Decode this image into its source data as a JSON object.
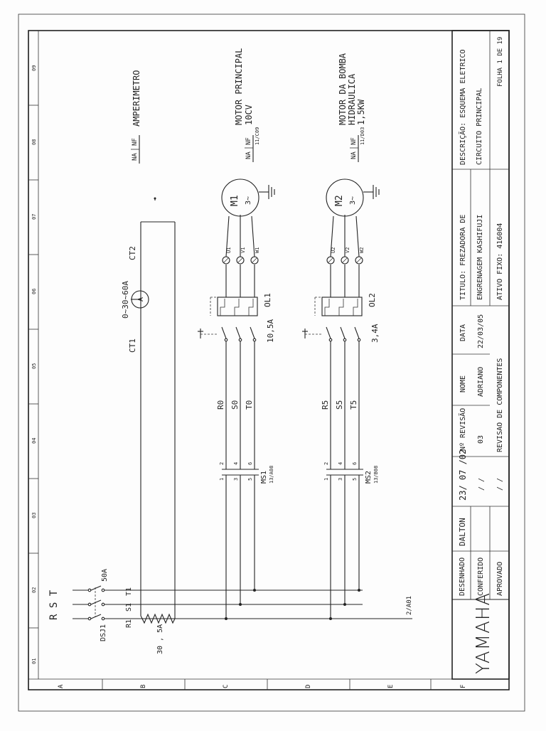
{
  "columns": [
    "01",
    "02",
    "03",
    "04",
    "05",
    "06",
    "07",
    "08",
    "09"
  ],
  "rows": [
    "A",
    "B",
    "C",
    "D",
    "E",
    "F"
  ],
  "supply": {
    "phases_label": "R S T",
    "breaker": "DSJ1",
    "breaker_rating": "50A",
    "terminal_r": "R1",
    "terminal_s": "S1",
    "terminal_t": "T1",
    "resistor_value": "30 , 5A",
    "continuation_ref": "2/A01"
  },
  "ammeter": {
    "label": "AMPERIMETRO",
    "na": "NA",
    "nf": "NF",
    "range": "0~30~60A",
    "symbol": "A",
    "ct1": "CT1",
    "ct2": "CT2"
  },
  "circuit1": {
    "contactor": "MS1",
    "contactor_ref": "13/A08",
    "pins_top": [
      "1",
      "3",
      "5"
    ],
    "pins_bot": [
      "2",
      "4",
      "6"
    ],
    "phases": [
      "R0",
      "S0",
      "T0"
    ],
    "overload": "OL1",
    "overload_setting": "10,5A",
    "terminals": [
      "U1",
      "V1",
      "W1"
    ],
    "motor": "M1",
    "motor_phase": "3~",
    "title": "MOTOR PRINCIPAL",
    "power": "10CV",
    "na": "NA",
    "nf": "NF",
    "ref": "11/C09"
  },
  "circuit2": {
    "contactor": "MS2",
    "contactor_ref": "13/B08",
    "pins_top": [
      "1",
      "3",
      "5"
    ],
    "pins_bot": [
      "2",
      "4",
      "6"
    ],
    "phases": [
      "R5",
      "S5",
      "T5"
    ],
    "overload": "OL2",
    "overload_setting": "3,4A",
    "terminals": [
      "U2",
      "V2",
      "W2"
    ],
    "motor": "M2",
    "motor_phase": "3~",
    "title_line1": "MOTOR DA BOMBA",
    "title_line2": "HIDRAULICA",
    "power": "1,5KW",
    "na": "NA",
    "nf": "NF",
    "ref": "11/D03"
  },
  "title_block": {
    "brand": "YAMAHA",
    "desenhado": "DESENHADO",
    "conferido": "CONFERIDO",
    "aprovado": "APROVADO",
    "drawn_by": "DALTON",
    "drawn_date": "23/ 07 /02",
    "blank_date": "/ /",
    "rev_header": "Nº REVISÃO",
    "nome_header": "NOME",
    "data_header": "DATA",
    "rev_number": "03",
    "rev_name": "ADRIANO",
    "rev_date": "22/03/05",
    "rev_desc": "REVISAO DE COMPONENTES",
    "title_line1": "TITULO: FREZADORA DE",
    "title_line2": "ENGRENAGEM KASHIFUJI",
    "asset": "ATIVO FIXO:  416004",
    "description": "DESCRIÇÃO: ESQUEMA ELETRICO",
    "description2": "CIRCUITO PRINCIPAL",
    "sheet": "FOLHA  1  DE 19"
  }
}
